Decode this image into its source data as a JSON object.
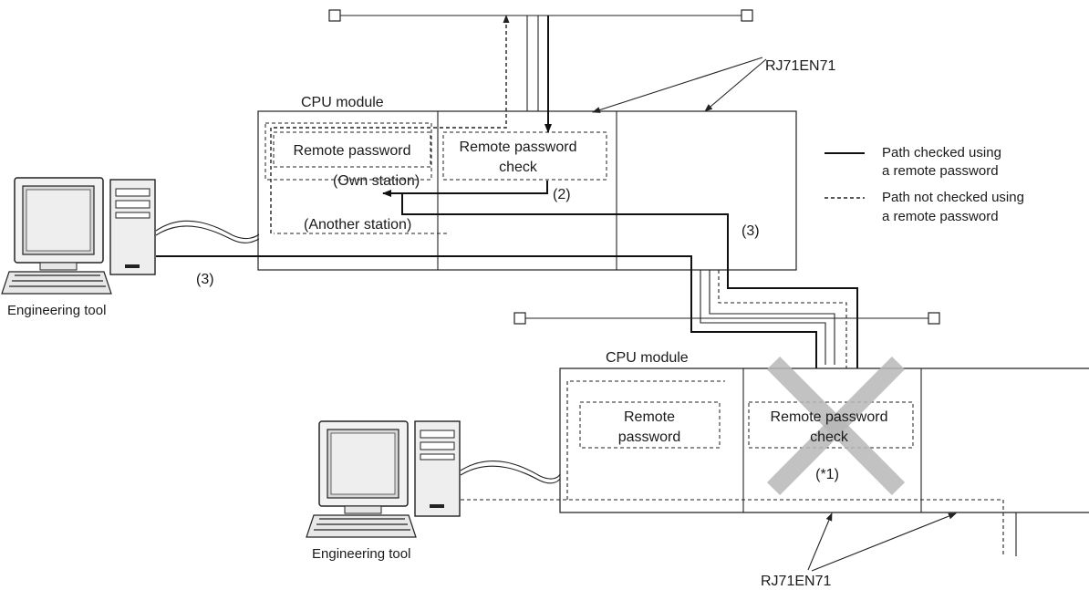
{
  "labels": {
    "cpu_module_top": "CPU module",
    "cpu_module_bottom": "CPU module",
    "rj71en71_top": "RJ71EN71",
    "rj71en71_bottom": "RJ71EN71",
    "remote_password_top": "Remote password",
    "remote_password_bottom_line1": "Remote",
    "remote_password_bottom_line2": "password",
    "check_top_line1": "Remote password",
    "check_top_line2": "check",
    "check_bottom_line1": "Remote password",
    "check_bottom_line2": "check",
    "own_station": "(Own station)",
    "another_station": "(Another station)",
    "step2": "(2)",
    "step3_left": "(3)",
    "step3_right": "(3)",
    "note1": "(*1)",
    "engineering_tool_top": "Engineering tool",
    "engineering_tool_bottom": "Engineering tool"
  },
  "legend": {
    "solid_line1": "Path checked using",
    "solid_line2": "a remote password",
    "dashed_line1": "Path not checked using",
    "dashed_line2": "a remote password"
  }
}
